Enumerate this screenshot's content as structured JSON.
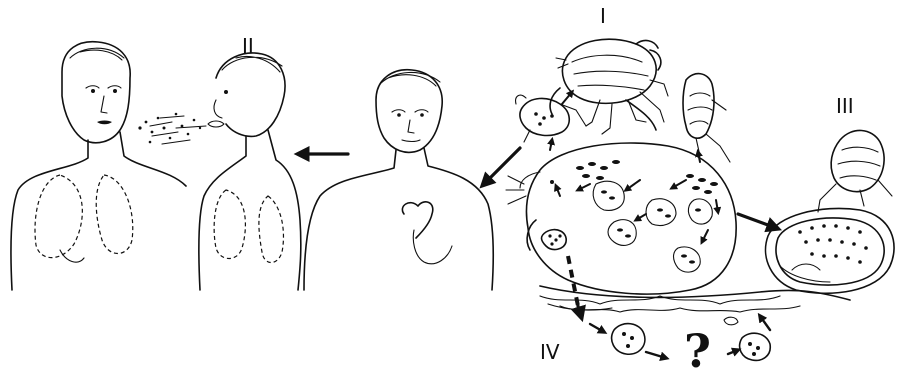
{
  "labels": {
    "stage_1": "I",
    "stage_2": "II",
    "stage_3": "III",
    "stage_4": "IV",
    "unknown": "?"
  },
  "colors": {
    "ink": "#111111",
    "background": "#ffffff"
  }
}
